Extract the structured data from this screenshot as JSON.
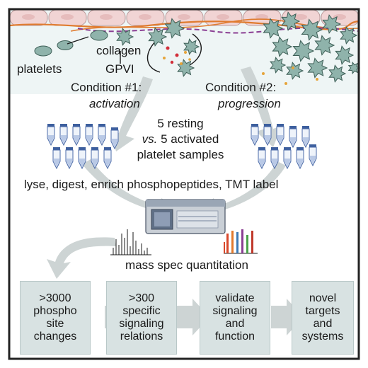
{
  "labels": {
    "platelets": "platelets",
    "collagen": "collagen",
    "gpvi": "GPVI",
    "condition1_title": "Condition #1:",
    "condition1_sub": "activation",
    "condition2_title": "Condition #2:",
    "condition2_sub": "progression",
    "samples_line1": "5 resting",
    "samples_vs": "vs.",
    "samples_line2_rest": " 5 activated",
    "samples_line3": "platelet samples",
    "process": "lyse, digest, enrich phosphopeptides, TMT  label",
    "mass_spec": "mass spec quantitation"
  },
  "steps": [
    {
      "line1": ">3000",
      "line2": "phospho",
      "line3": "site",
      "line4": "changes"
    },
    {
      "line1": ">300",
      "line2": "specific",
      "line3": "signaling",
      "line4": "relations"
    },
    {
      "line1": "validate",
      "line2": "signaling",
      "line3": "and",
      "line4": "function"
    },
    {
      "line1": "novel",
      "line2": "targets",
      "line3": "and",
      "line4": "systems"
    }
  ],
  "colors": {
    "border": "#222222",
    "cell": "#f1d4d4",
    "platelet": "#8fb3ab",
    "platelet_dark": "#3e5f57",
    "arrow": "#cdd4d4",
    "box": "#d8e2e2",
    "fiber_orange": "#e07b2f",
    "fiber_purple": "#8a3e93",
    "tube_blue": "#3d5f9e"
  }
}
